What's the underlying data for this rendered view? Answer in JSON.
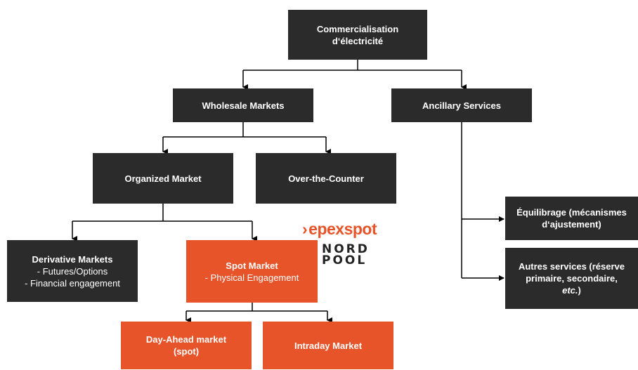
{
  "root": {
    "line1": "Commercialisation",
    "line2": "d‘électricité"
  },
  "wholesale": {
    "label": "Wholesale Markets"
  },
  "ancillary": {
    "label": "Ancillary Services"
  },
  "organized": {
    "label": "Organized Market"
  },
  "otc": {
    "label": "Over-the-Counter"
  },
  "derivative": {
    "title": "Derivative Markets",
    "line2": "- Futures/Options",
    "line3": "- Financial engagement"
  },
  "spot": {
    "title": "Spot Market",
    "line2": "- Physical Engagement"
  },
  "dayahead": {
    "line1": "Day-Ahead market",
    "line2": "(spot)"
  },
  "intraday": {
    "label": "Intraday Market"
  },
  "equilibrage": {
    "line1": "Équilibrage (mécanismes",
    "line2": "d‘ajustement)"
  },
  "autres": {
    "line1": "Autres services (réserve",
    "line2": "primaire, secondaire,",
    "line3_italic": "etc.",
    "line3_rest": ")"
  },
  "logos": {
    "epex": "epexspot",
    "epex_chevron": "›",
    "nord_line1": "NORD",
    "nord_line2": "POOL"
  },
  "colors": {
    "dark": "#2b2b2b",
    "orange": "#e8542a",
    "line": "#000000"
  }
}
